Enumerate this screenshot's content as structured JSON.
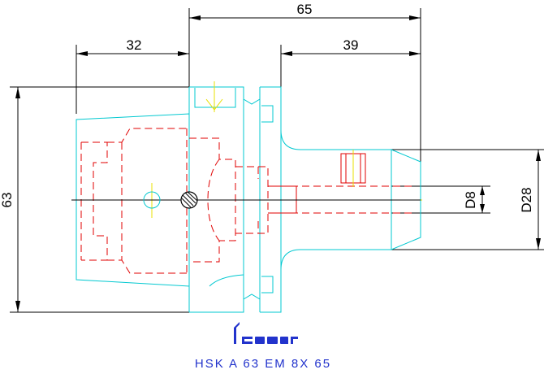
{
  "dimensions": {
    "overall_length": "65",
    "flange_length": "32",
    "projection_length": "39",
    "flange_diameter": "63",
    "bore_diameter": "D8",
    "shank_diameter": "D28"
  },
  "logo": {
    "brand": "iscar"
  },
  "part_code": "HSK A 63 EM 8X 65",
  "colors": {
    "outline": "#00c8d0",
    "hidden": "#e00000",
    "centerline": "#e8e000",
    "dimension": "#000000",
    "logo": "#2233cc"
  }
}
